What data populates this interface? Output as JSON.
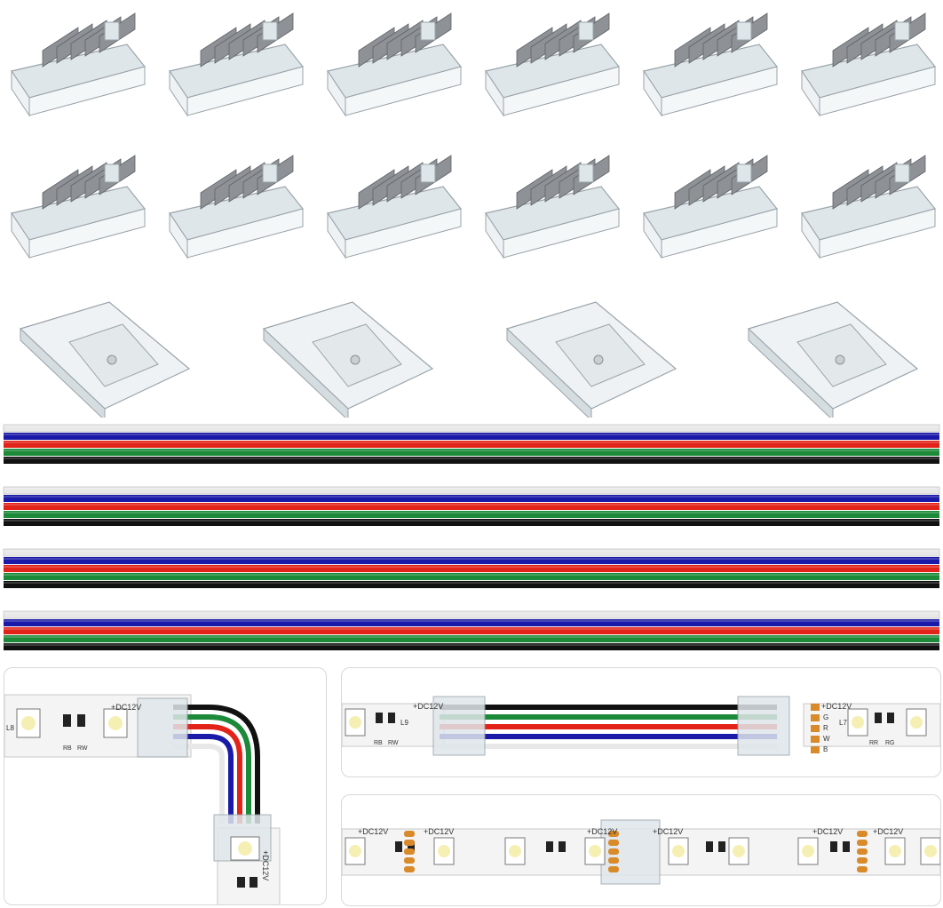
{
  "palette": {
    "clear": "#dfe6ea",
    "clear_edge": "#9aa4aa",
    "metal": "#8e9296",
    "wire_white": "#e8e8e8",
    "wire_blue": "#1b1aa8",
    "wire_red": "#e2231a",
    "wire_green": "#1d8a3a",
    "wire_black": "#111111",
    "strip_bg": "#f4f4f4",
    "pad_orange": "#d98a2b"
  },
  "connectors": {
    "rows": 2,
    "per_row": 6,
    "pins": 5
  },
  "clips": {
    "count": 4
  },
  "cables": {
    "count": 4,
    "order": [
      "white",
      "blue",
      "red",
      "green",
      "black"
    ]
  },
  "strip_labels": {
    "voltage": "+DC12V",
    "pins": [
      "G",
      "R",
      "W",
      "B"
    ],
    "led_a": "L8",
    "led_b": "L9",
    "led_c": "L7",
    "resistor_rb": "RB",
    "resistor_rw": "RW",
    "resistor_rr": "RR",
    "resistor_rg": "RG"
  }
}
